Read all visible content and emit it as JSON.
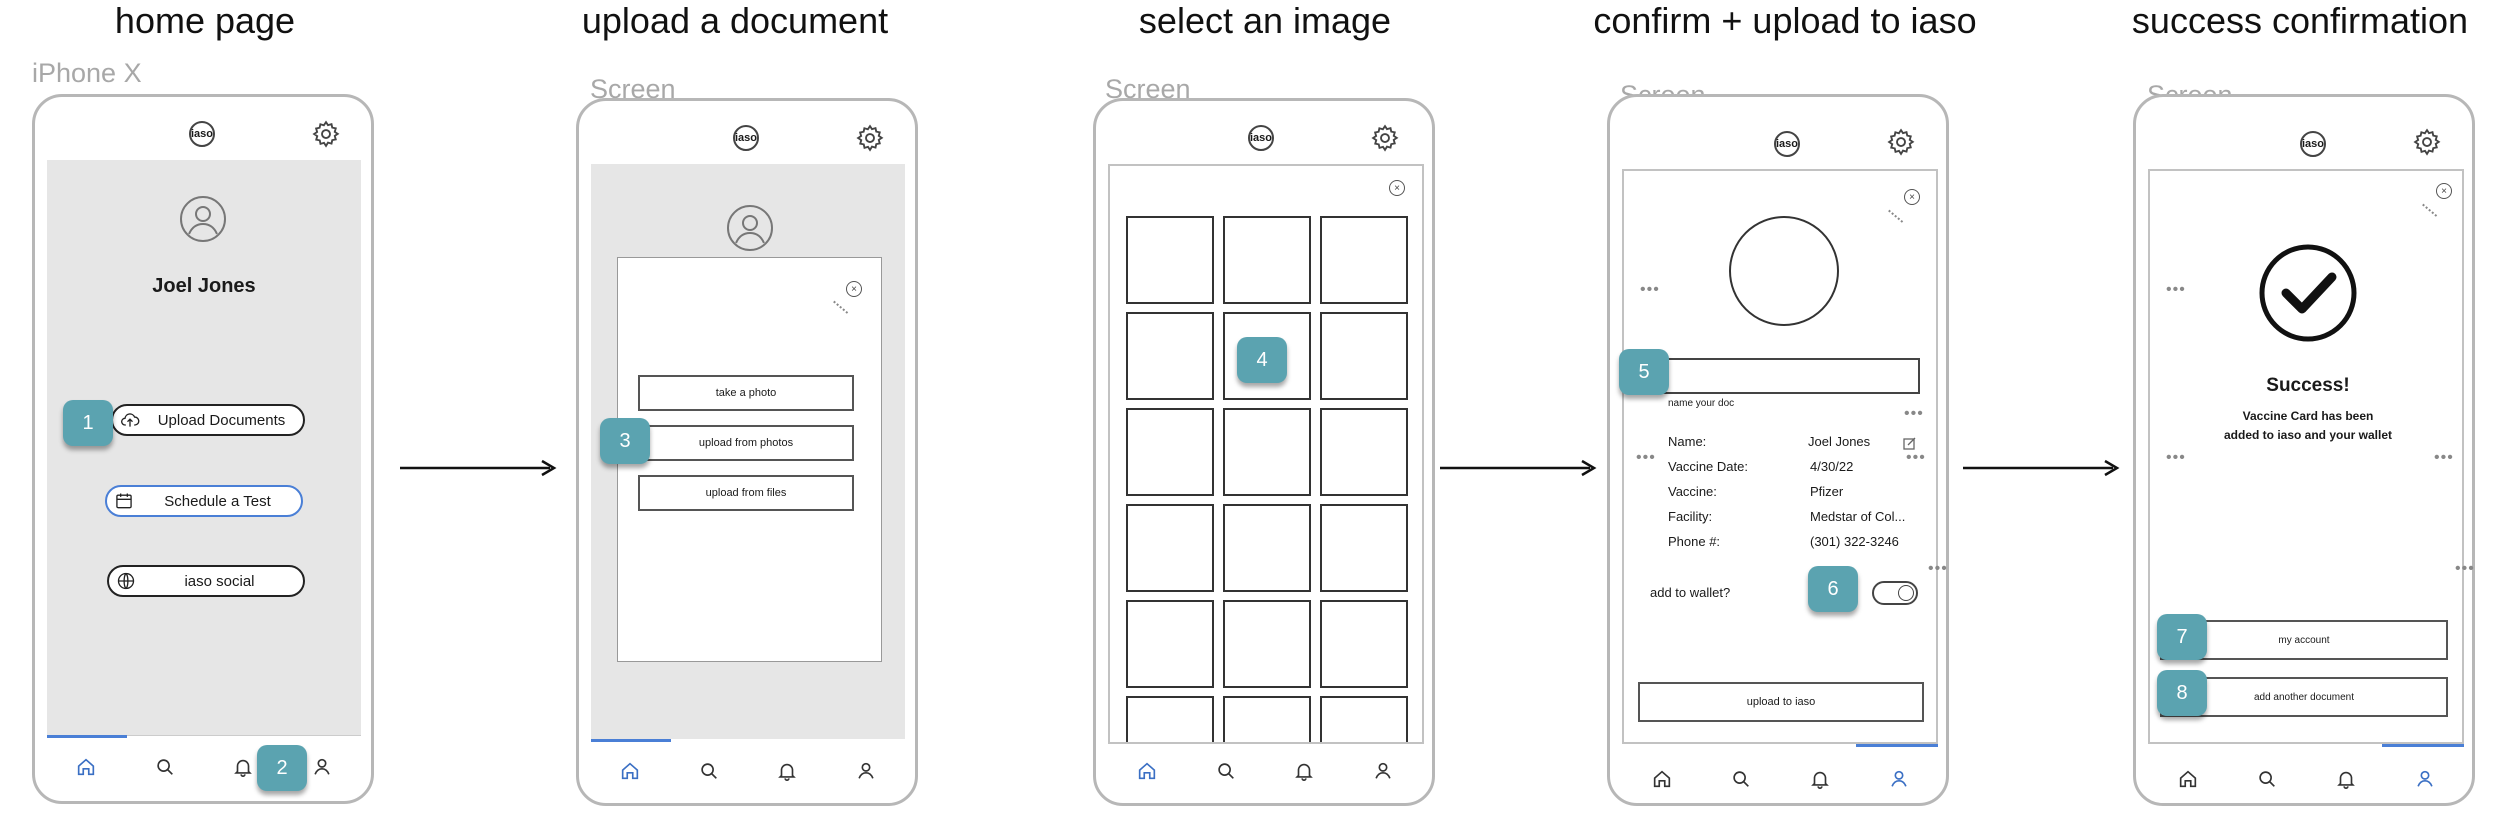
{
  "steps": [
    {
      "title": "home page",
      "frame_label": "iPhone X"
    },
    {
      "title": "upload a document",
      "frame_label": "Screen"
    },
    {
      "title": "select an image",
      "frame_label": "Screen"
    },
    {
      "title": "confirm + upload to iaso",
      "frame_label": "Screen"
    },
    {
      "title": "success confirmation",
      "frame_label": "Screen"
    }
  ],
  "brand": {
    "logo": "iaso"
  },
  "home": {
    "user_name": "Joel Jones",
    "buttons": [
      "Upload Documents",
      "Schedule a Test",
      "iaso social"
    ],
    "button_icons": [
      "cloud-upload-icon",
      "calendar-icon",
      "globe-icon"
    ]
  },
  "upload": {
    "options": [
      "take a photo",
      "upload from photos",
      "upload from files"
    ]
  },
  "confirm": {
    "name_caption": "name your doc",
    "fields": [
      {
        "key": "Name:",
        "value": "Joel Jones"
      },
      {
        "key": "Vaccine Date:",
        "value": "4/30/22"
      },
      {
        "key": "Vaccine:",
        "value": "Pfizer"
      },
      {
        "key": "Facility:",
        "value": "Medstar of Col..."
      },
      {
        "key": "Phone #:",
        "value": "(301) 322-3246"
      }
    ],
    "wallet_label": "add to wallet?",
    "upload_label": "upload to iaso"
  },
  "success": {
    "heading": "Success!",
    "message_line1": "Vaccine Card has been",
    "message_line2": "added to iaso and your wallet",
    "buttons": [
      "my account",
      "add another document"
    ]
  },
  "badges": [
    "1",
    "2",
    "3",
    "4",
    "5",
    "6",
    "7",
    "8"
  ],
  "colors": {
    "badge": "#5ba3b0",
    "accent": "#4a7fd6",
    "screen_grey": "#e6e6e6"
  },
  "icons": [
    "gear-icon",
    "home-icon",
    "search-icon",
    "bell-icon",
    "profile-icon",
    "close-icon",
    "checkmark-icon",
    "avatar-icon",
    "arrow-icon"
  ]
}
